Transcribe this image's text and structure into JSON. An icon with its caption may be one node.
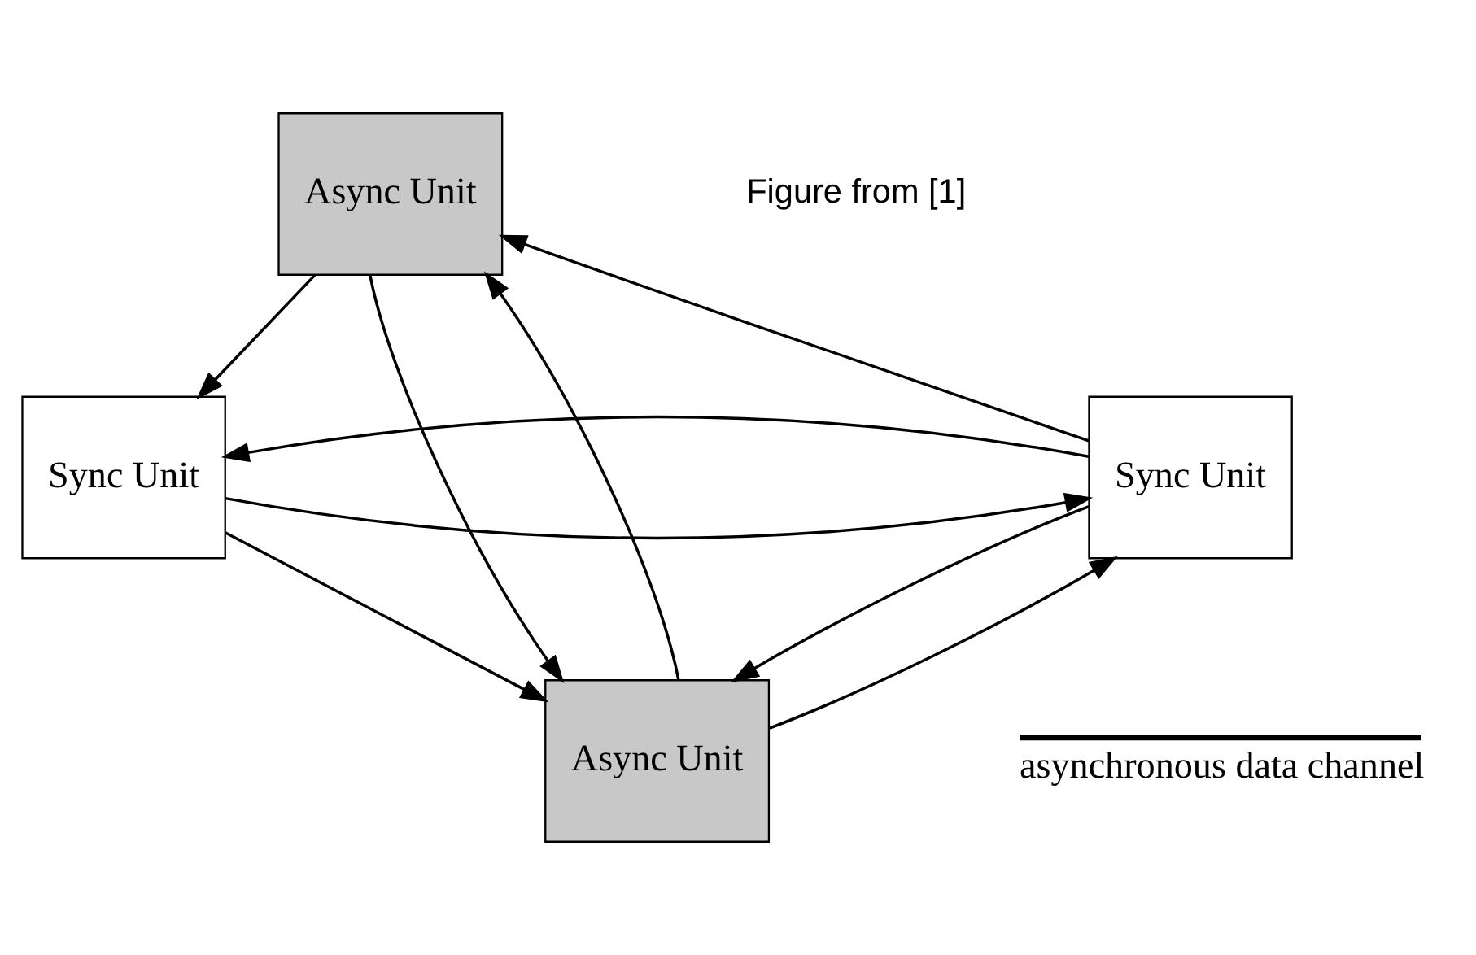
{
  "diagram": {
    "nodes": [
      {
        "text": [
          "Async Unit"
        ]
      },
      {
        "text": [
          "Sync Unit"
        ]
      },
      {
        "text": [
          "Sync Unit"
        ]
      },
      {
        "text": [
          "Async Unit"
        ]
      }
    ],
    "edges": [
      {
        "from": 1,
        "to": 0,
        "arrow": "to"
      },
      {
        "from": 0,
        "to": 2,
        "arrow": "to"
      },
      {
        "from": 2,
        "to": 1,
        "arrow": "to"
      },
      {
        "from": 1,
        "to": 2,
        "arrow": "to"
      },
      {
        "from": 3,
        "to": 0,
        "arrow": "to"
      },
      {
        "from": 0,
        "to": 3,
        "arrow": "to"
      },
      {
        "from": 2,
        "to": 3,
        "arrow": "to"
      },
      {
        "from": 3,
        "to": 1,
        "arrow": "to"
      },
      {
        "from": 1,
        "to": 3,
        "arrow": "to"
      }
    ],
    "labels": [
      "Figure from [1]"
    ],
    "legend": [
      {
        "text": "asynchronous data channel"
      }
    ]
  }
}
